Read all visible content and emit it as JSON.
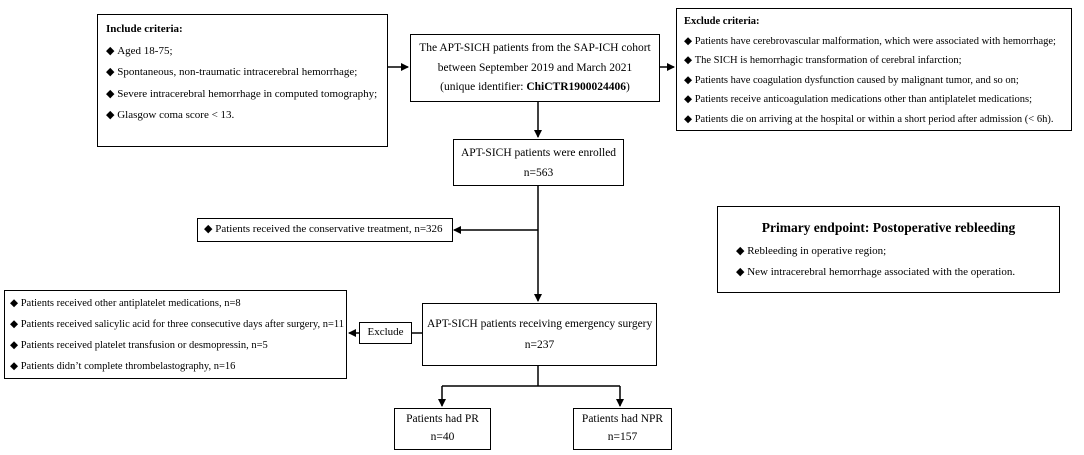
{
  "include_criteria": {
    "title": "Include criteria:",
    "items": [
      "Aged 18-75;",
      "Spontaneous, non-traumatic intracerebral hemorrhage;",
      "Severe intracerebral hemorrhage in computed tomography;",
      "Glasgow coma score < 13."
    ]
  },
  "cohort": {
    "line1": "The APT-SICH patients from the SAP-ICH cohort",
    "line2": "between September 2019 and March 2021",
    "line3_prefix": "(unique identifier:",
    "identifier": "ChiCTR1900024406",
    "line3_suffix": ")"
  },
  "exclude_criteria": {
    "title": "Exclude criteria:",
    "items": [
      "Patients have cerebrovascular malformation, which were associated with hemorrhage;",
      "The SICH is hemorrhagic transformation of cerebral infarction;",
      "Patients have coagulation dysfunction caused by malignant tumor, and so on;",
      "Patients receive anticoagulation medications other than antiplatelet medications;",
      "Patients die on arriving at the hospital or within a short period after admission (< 6h)."
    ]
  },
  "enrolled": {
    "line1": "APT-SICH patients were enrolled",
    "line2": "n=563"
  },
  "conservative": {
    "text": "Patients received the conservative treatment, n=326"
  },
  "primary_endpoint": {
    "title": "Primary endpoint: Postoperative rebleeding",
    "items": [
      "Rebleeding in operative region;",
      "New intracerebral hemorrhage associated with the operation."
    ]
  },
  "excluded_list": {
    "items": [
      "Patients received other antiplatelet medications, n=8",
      "Patients received salicylic acid for three consecutive days after surgery, n=11",
      "Patients received platelet transfusion or desmopressin, n=5",
      "Patients didn’t complete thrombelastography, n=16"
    ]
  },
  "exclude_label": "Exclude",
  "surgery": {
    "line1": "APT-SICH patients receiving emergency surgery",
    "line2": "n=237"
  },
  "pr": {
    "line1": "Patients had PR",
    "line2": "n=40"
  },
  "npr": {
    "line1": "Patients had NPR",
    "line2": "n=157"
  }
}
